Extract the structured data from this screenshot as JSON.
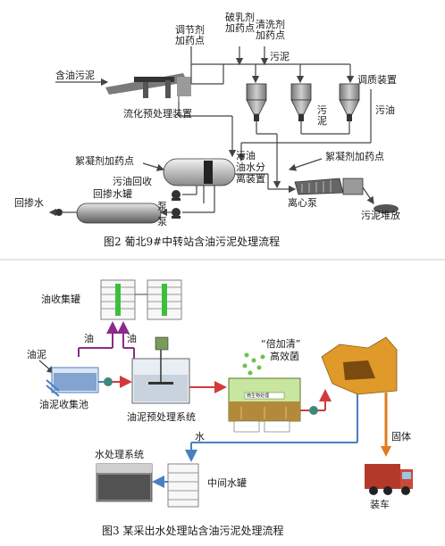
{
  "fig2": {
    "caption": "图2   葡北9#中转站含油污泥处理流程",
    "labels": {
      "oily_sludge_in": "含油污泥",
      "regulator_dosing": "调节剂加药点",
      "demulsifier_dosing": "破乳剂加药点",
      "cleaner_dosing": "清洗剂加药点",
      "sludge_line": "污泥",
      "conditioning_unit": "调质装置",
      "pre_treatment_unit": "流化预处理装置",
      "dirty_oil": "污油",
      "sludge_vertical": "污泥",
      "flocculant_dosing_left": "絮凝剂加药点",
      "flocculant_dosing_right": "絮凝剂加药点",
      "oil_water_separator": "污油\n油水分\n离装置",
      "dirty_oil_recovery": "污油回收",
      "return_water_tank": "回掺水罐",
      "return_water": "回掺水",
      "pump_a": "泵",
      "pump_b": "泵",
      "centrifugal_pump": "离心泵",
      "sludge_stacking": "污泥堆放"
    }
  },
  "fig3": {
    "caption": "图3   某采出水处理站含油污泥处理流程",
    "labels": {
      "oil_collection_tank": "油收集罐",
      "oil_left": "油",
      "oil_right": "油",
      "oily_sludge": "油泥",
      "sludge_collection_pool": "油泥收集池",
      "sludge_pretreatment": "油泥预处理系统",
      "bacteria_brand": "“倍加清”",
      "bacteria": "高效菌",
      "water": "水",
      "solid": "固体",
      "truck_load": "装车",
      "water_treatment": "水处理系统",
      "intermediate_tank": "中间水罐",
      "reactor_plate": "微生物处理"
    }
  },
  "colors": {
    "pipe": "#444444",
    "oil_pipe": "#8b2a8b",
    "sludge_pipe": "#d23a3a",
    "water_pipe": "#4a7fc0",
    "solid_arrow": "#e07b1e",
    "tank_green": "#3cbf3c",
    "sludge_brown": "#c78a2e"
  }
}
